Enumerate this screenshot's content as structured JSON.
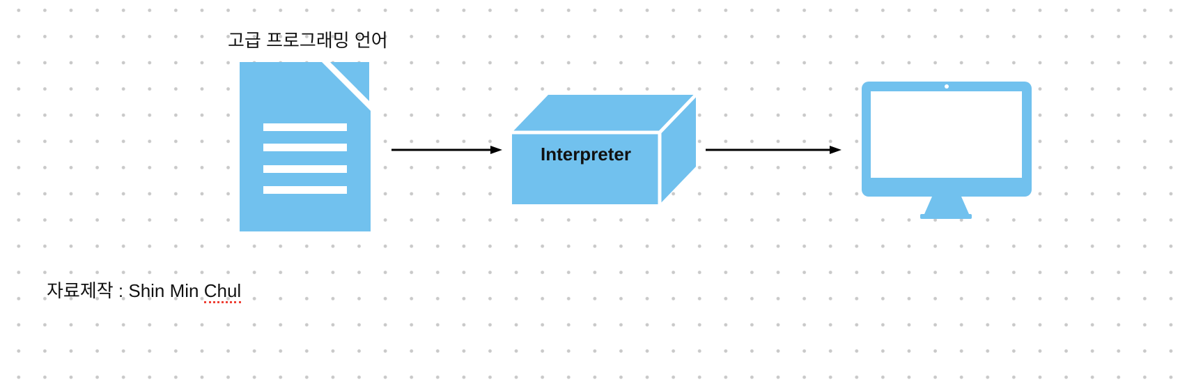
{
  "colors": {
    "background": "#ffffff",
    "dot_grid": "#c9c9c9",
    "accent_blue": "#71C1EE",
    "arrow_black": "#000000",
    "text_black": "#111111",
    "spellcheck_red": "#ee4035"
  },
  "flow": {
    "nodes": [
      {
        "name": "source-code-document",
        "icon": "document-icon",
        "label": "고급 프로그래밍 언어"
      },
      {
        "name": "interpreter-box",
        "icon": "cube-3d-icon",
        "label": "Interpreter"
      },
      {
        "name": "output-computer",
        "icon": "monitor-icon",
        "label": ""
      }
    ],
    "connections": [
      {
        "from": "source-code-document",
        "to": "interpreter-box",
        "style": "arrow-right"
      },
      {
        "from": "interpreter-box",
        "to": "output-computer",
        "style": "arrow-right"
      }
    ]
  },
  "credit": {
    "prefix": "자료제작 : Shin Min ",
    "underlined_word": "Chul"
  }
}
